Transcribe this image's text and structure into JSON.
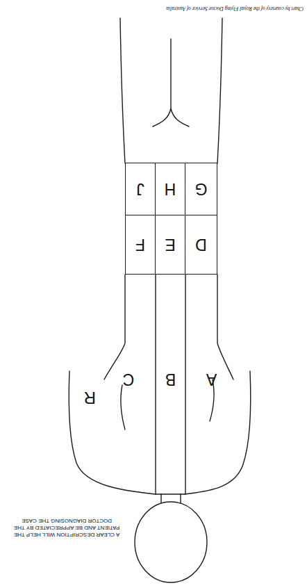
{
  "diagram": {
    "nodes": [
      {
        "text": [
          "A"
        ]
      },
      {
        "text": [
          "B"
        ]
      },
      {
        "text": [
          "C"
        ]
      },
      {
        "text": [
          "D"
        ]
      },
      {
        "text": [
          "E"
        ]
      },
      {
        "text": [
          "F"
        ]
      },
      {
        "text": [
          "G"
        ]
      },
      {
        "text": [
          "H"
        ]
      },
      {
        "text": [
          "J"
        ]
      }
    ],
    "labels": [
      "R",
      "A CLEAR DESCRIPTION WILL HELP THE PATIENT AND BE APPRECIATED BY THE DOCTOR DIAGNOSING THE CASE",
      "Chart by courtesy of the Royal Flying Doctor Service of Australia"
    ]
  }
}
